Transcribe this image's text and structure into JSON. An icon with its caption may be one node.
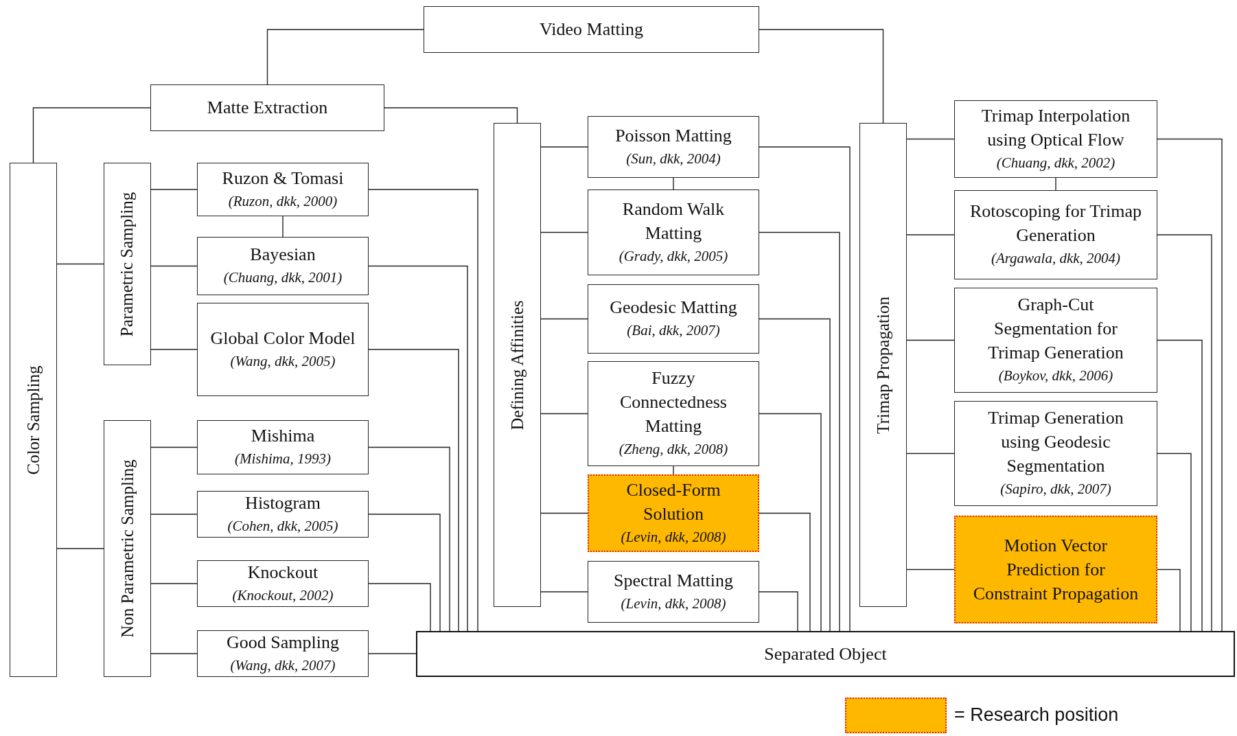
{
  "diagram": {
    "nodes": [
      {
        "text": [
          "Video Matting"
        ]
      },
      {
        "text": [
          "Matte Extraction"
        ]
      },
      {
        "text": [
          "Color Sampling"
        ]
      },
      {
        "text": [
          "Parametric Sampling"
        ]
      },
      {
        "text": [
          "Ruzon & Tomasi",
          "(Ruzon, dkk, 2000)"
        ]
      },
      {
        "text": [
          "Bayesian",
          "(Chuang, dkk, 2001)"
        ]
      },
      {
        "text": [
          "Global Color Model",
          "(Wang, dkk, 2005)"
        ]
      },
      {
        "text": [
          "Non Parametric Sampling"
        ]
      },
      {
        "text": [
          "Mishima",
          "(Mishima, 1993)"
        ]
      },
      {
        "text": [
          "Histogram",
          "(Cohen, dkk, 2005)"
        ]
      },
      {
        "text": [
          "Knockout",
          "(Knockout, 2002)"
        ]
      },
      {
        "text": [
          "Good Sampling",
          "(Wang, dkk, 2007)"
        ]
      },
      {
        "text": [
          "Defining Affinities"
        ]
      },
      {
        "text": [
          "Poisson Matting",
          "(Sun, dkk, 2004)"
        ]
      },
      {
        "text": [
          "Random Walk Matting",
          "(Grady, dkk, 2005)"
        ]
      },
      {
        "text": [
          "Geodesic Matting",
          "(Bai, dkk, 2007)"
        ]
      },
      {
        "text": [
          "Fuzzy Connectedness Matting",
          "(Zheng, dkk, 2008)"
        ]
      },
      {
        "text": [
          "Closed-Form Solution",
          "(Levin, dkk, 2008)"
        ]
      },
      {
        "text": [
          "Spectral Matting",
          "(Levin, dkk, 2008)"
        ]
      },
      {
        "text": [
          "Trimap Propagation"
        ]
      },
      {
        "text": [
          "Trimap Interpolation using Optical Flow",
          "(Chuang, dkk, 2002)"
        ]
      },
      {
        "text": [
          "Rotoscoping for Trimap Generation",
          "(Argawala, dkk, 2004)"
        ]
      },
      {
        "text": [
          "Graph-Cut Segmentation for Trimap Generation",
          "(Boykov, dkk, 2006)"
        ]
      },
      {
        "text": [
          "Trimap Generation using Geodesic Segmentation",
          "(Sapiro, dkk, 2007)"
        ]
      },
      {
        "text": [
          "Motion Vector Prediction for Constraint Propagation"
        ]
      },
      {
        "text": [
          "Separated Object"
        ]
      }
    ],
    "edges": [
      {
        "from": 0,
        "to": 1,
        "arrow": "none"
      },
      {
        "from": 0,
        "to": 19,
        "arrow": "none"
      },
      {
        "from": 1,
        "to": 2,
        "arrow": "none"
      },
      {
        "from": 1,
        "to": 12,
        "arrow": "none"
      },
      {
        "from": 2,
        "to": 3,
        "arrow": "none"
      },
      {
        "from": 2,
        "to": 7,
        "arrow": "none"
      },
      {
        "from": 3,
        "to": 4,
        "arrow": "none"
      },
      {
        "from": 3,
        "to": 5,
        "arrow": "none"
      },
      {
        "from": 3,
        "to": 6,
        "arrow": "none"
      },
      {
        "from": 4,
        "to": 5,
        "arrow": "none"
      },
      {
        "from": 7,
        "to": 8,
        "arrow": "none"
      },
      {
        "from": 7,
        "to": 9,
        "arrow": "none"
      },
      {
        "from": 7,
        "to": 10,
        "arrow": "none"
      },
      {
        "from": 7,
        "to": 11,
        "arrow": "none"
      },
      {
        "from": 12,
        "to": 13,
        "arrow": "none"
      },
      {
        "from": 12,
        "to": 14,
        "arrow": "none"
      },
      {
        "from": 12,
        "to": 15,
        "arrow": "none"
      },
      {
        "from": 12,
        "to": 16,
        "arrow": "none"
      },
      {
        "from": 12,
        "to": 17,
        "arrow": "none"
      },
      {
        "from": 12,
        "to": 18,
        "arrow": "none"
      },
      {
        "from": 13,
        "to": 14,
        "arrow": "none"
      },
      {
        "from": 16,
        "to": 17,
        "arrow": "none"
      },
      {
        "from": 19,
        "to": 20,
        "arrow": "none"
      },
      {
        "from": 19,
        "to": 21,
        "arrow": "none"
      },
      {
        "from": 19,
        "to": 22,
        "arrow": "none"
      },
      {
        "from": 19,
        "to": 23,
        "arrow": "none"
      },
      {
        "from": 19,
        "to": 24,
        "arrow": "none"
      },
      {
        "from": 20,
        "to": 21,
        "arrow": "none"
      },
      {
        "from": 4,
        "to": 25,
        "arrow": "none"
      },
      {
        "from": 5,
        "to": 25,
        "arrow": "none"
      },
      {
        "from": 6,
        "to": 25,
        "arrow": "none"
      },
      {
        "from": 8,
        "to": 25,
        "arrow": "none"
      },
      {
        "from": 9,
        "to": 25,
        "arrow": "none"
      },
      {
        "from": 10,
        "to": 25,
        "arrow": "none"
      },
      {
        "from": 11,
        "to": 25,
        "arrow": "none"
      },
      {
        "from": 13,
        "to": 25,
        "arrow": "none"
      },
      {
        "from": 14,
        "to": 25,
        "arrow": "none"
      },
      {
        "from": 15,
        "to": 25,
        "arrow": "none"
      },
      {
        "from": 16,
        "to": 25,
        "arrow": "none"
      },
      {
        "from": 17,
        "to": 25,
        "arrow": "none"
      },
      {
        "from": 18,
        "to": 25,
        "arrow": "none"
      },
      {
        "from": 20,
        "to": 25,
        "arrow": "none"
      },
      {
        "from": 21,
        "to": 25,
        "arrow": "none"
      },
      {
        "from": 22,
        "to": 25,
        "arrow": "none"
      },
      {
        "from": 23,
        "to": 25,
        "arrow": "none"
      },
      {
        "from": 24,
        "to": 25,
        "arrow": "none"
      }
    ],
    "legend": [
      {
        "text": "= Research position",
        "color": "#ffb800"
      }
    ]
  }
}
